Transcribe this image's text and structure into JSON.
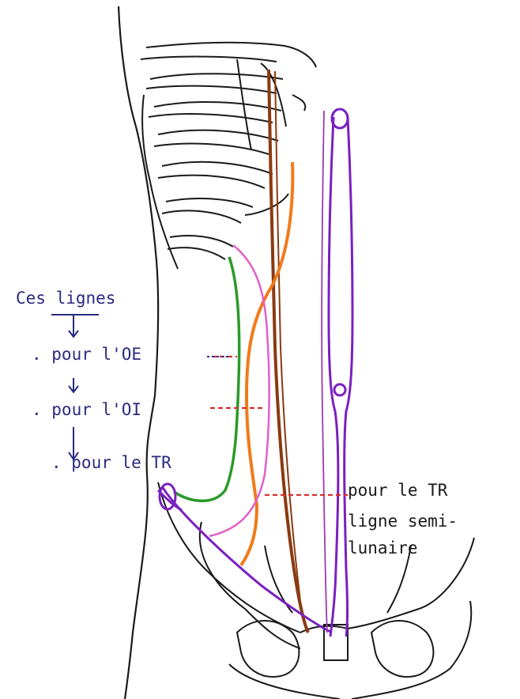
{
  "labels": {
    "ces_lignes": "Ces lignes",
    "pour_oe": ". pour l'OE",
    "pour_oi": ". pour l'OI",
    "pour_tr": ". pour le TR",
    "right_line1": "pour le TR",
    "right_line2": "ligne semi-",
    "right_line3": "lunaire"
  },
  "colors": {
    "outline": "#1a1a1a",
    "green": "#2a9a2a",
    "pink": "#e060c8",
    "orange": "#f07a1a",
    "brown": "#8a3a10",
    "purple": "#7a20c0",
    "red_dashes": "#d83030",
    "annotation_blue": "#2a2a80"
  }
}
